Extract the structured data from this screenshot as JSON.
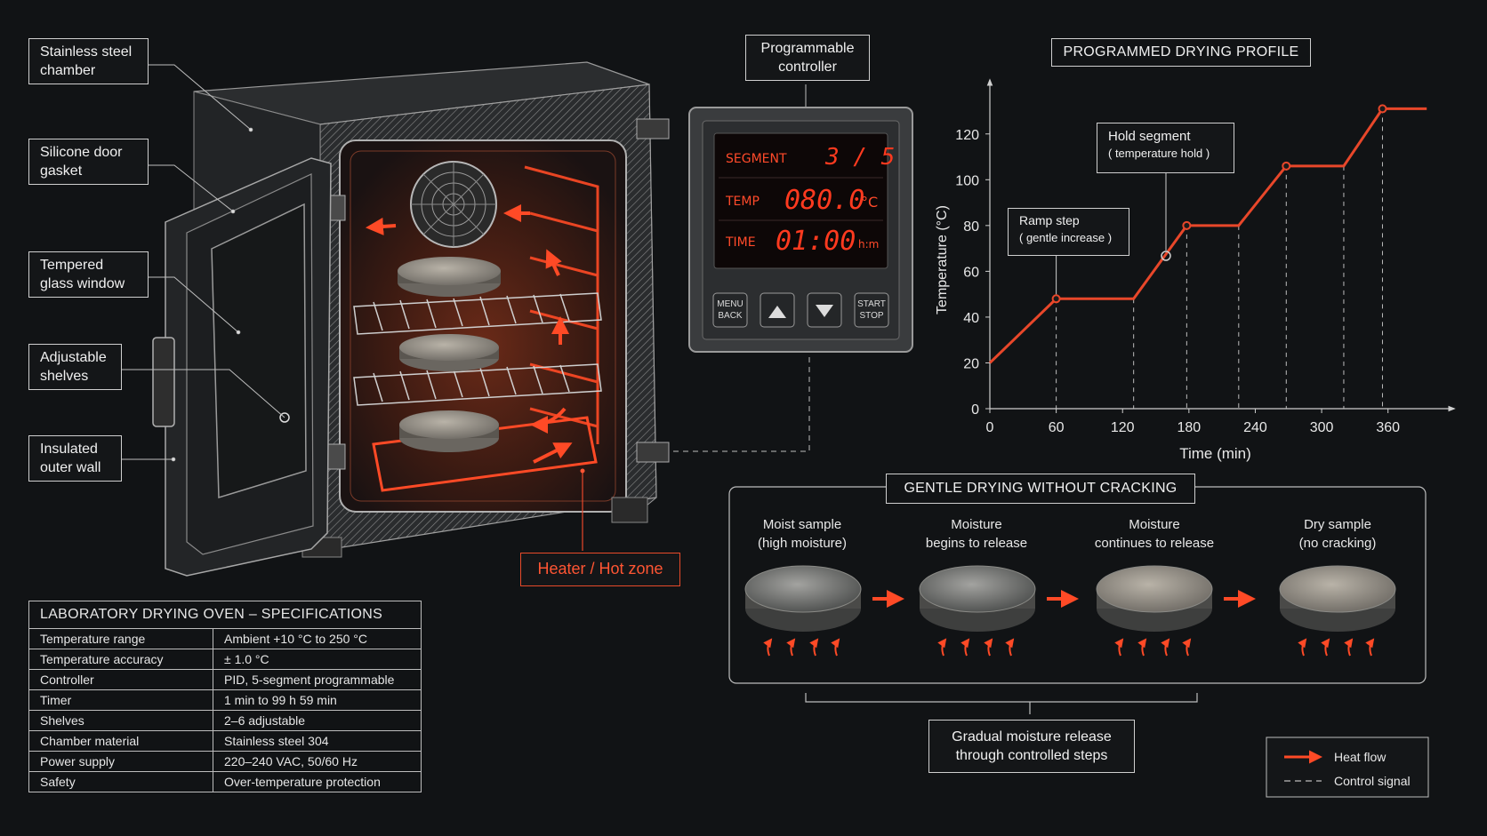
{
  "callouts": {
    "stainless_chamber": "Stainless steel chamber",
    "door_gasket": "Silicone door gasket",
    "glass_window": "Tempered glass window",
    "shelves": "Adjustable shelves",
    "outer_wall": "Insulated outer wall",
    "controller": "Programmable controller",
    "heater": "Heater / Hot zone"
  },
  "controller_display": {
    "segment_label": "SEGMENT",
    "segment_value": "3 / 5",
    "temp_label": "TEMP",
    "temp_value": "080.0",
    "temp_unit": "°C",
    "time_label": "TIME",
    "time_value": "01:00",
    "time_unit": "h:m",
    "btn_menu": "MENU",
    "btn_back": "BACK",
    "btn_start": "START",
    "btn_stop": "STOP"
  },
  "specs": {
    "title": "LABORATORY DRYING OVEN – SPECIFICATIONS",
    "rows": [
      {
        "key": "Temperature range",
        "value": "Ambient +10 °C to 250 °C"
      },
      {
        "key": "Temperature accuracy",
        "value": "± 1.0 °C"
      },
      {
        "key": "Controller",
        "value": "PID, 5-segment programmable"
      },
      {
        "key": "Timer",
        "value": "1 min to 99 h 59 min"
      },
      {
        "key": "Shelves",
        "value": "2–6 adjustable"
      },
      {
        "key": "Chamber material",
        "value": "Stainless steel 304"
      },
      {
        "key": "Power supply",
        "value": "220–240 VAC, 50/60 Hz"
      },
      {
        "key": "Safety",
        "value": "Over-temperature protection"
      }
    ]
  },
  "chart_data": {
    "type": "line",
    "title": "PROGRAMMED DRYING PROFILE",
    "xlabel": "Time (min)",
    "ylabel": "Temperature (°C)",
    "xlim": [
      0,
      390
    ],
    "ylim": [
      0,
      130
    ],
    "xticks": [
      0,
      60,
      120,
      180,
      240,
      300,
      360
    ],
    "yticks": [
      0,
      20,
      40,
      60,
      80,
      100,
      120
    ],
    "series": [
      {
        "values": [
          [
            0,
            20
          ],
          [
            60,
            48
          ],
          [
            130,
            48
          ],
          [
            178,
            80
          ],
          [
            225,
            80
          ],
          [
            268,
            106
          ],
          [
            320,
            106
          ],
          [
            355,
            131
          ],
          [
            395,
            131
          ]
        ]
      }
    ],
    "markers": [
      [
        60,
        48
      ],
      [
        178,
        80
      ],
      [
        268,
        106
      ],
      [
        355,
        131
      ]
    ],
    "annotations": [
      {
        "text": "Ramp step",
        "sub": "( gentle increase )"
      },
      {
        "text": "Hold segment",
        "sub": "( temperature hold )"
      }
    ],
    "color": "#e8472a"
  },
  "process": {
    "title": "GENTLE DRYING WITHOUT CRACKING",
    "stages": [
      {
        "line1": "Moist sample",
        "line2": "(high moisture)"
      },
      {
        "line1": "Moisture",
        "line2": "begins to release"
      },
      {
        "line1": "Moisture",
        "line2": "continues to release"
      },
      {
        "line1": "Dry sample",
        "line2": "(no cracking)"
      }
    ],
    "summary_line1": "Gradual moisture release",
    "summary_line2": "through controlled steps"
  },
  "legend": {
    "heat_flow": "Heat flow",
    "control_signal": "Control signal"
  },
  "colors": {
    "accent": "#e8472a",
    "background": "#111315"
  }
}
